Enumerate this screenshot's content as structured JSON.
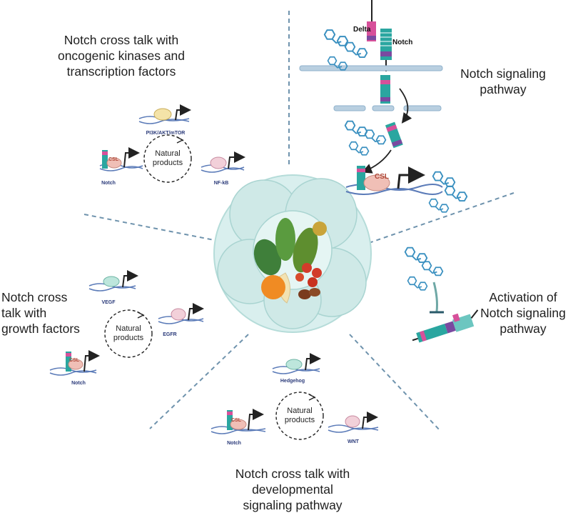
{
  "titles": {
    "oncogenic": [
      "Notch cross talk with",
      "oncogenic kinases and",
      "transcription factors"
    ],
    "signaling": [
      "Notch signaling",
      "pathway"
    ],
    "growth": [
      "Notch cross",
      "talk with",
      "growth factors"
    ],
    "activation": [
      "Activation of",
      "Notch signaling",
      "pathway"
    ],
    "developmental": [
      "Notch cross talk with",
      "developmental",
      "signaling pathway"
    ]
  },
  "pathway_labels": {
    "delta": "Delta",
    "notch": "Notch",
    "csl": "CSL"
  },
  "cycles": {
    "oncogenic": {
      "center": [
        "Natural",
        "products"
      ],
      "top": "PI3K/AKT/mTOR",
      "left": "Notch",
      "right": "NF-kB",
      "csl": "CSL"
    },
    "growth": {
      "center": [
        "Natural",
        "products"
      ],
      "top": "VEGF",
      "left": "Notch",
      "right": "EGFR",
      "csl": "CSL"
    },
    "developmental": {
      "center": [
        "Natural",
        "products"
      ],
      "top": "Hedgehog",
      "left": "Notch",
      "right": "WNT",
      "csl": "CSL"
    }
  },
  "colors": {
    "dna": "#5b7bb8",
    "molecule": "#3a90c0",
    "notch_teal": "#2aa6a0",
    "notch_pink": "#d7509a",
    "membrane": "#b9cfe0",
    "csl": "#f0bfb6",
    "divider": "#6f93ad",
    "cell": "#b5dcd9"
  }
}
